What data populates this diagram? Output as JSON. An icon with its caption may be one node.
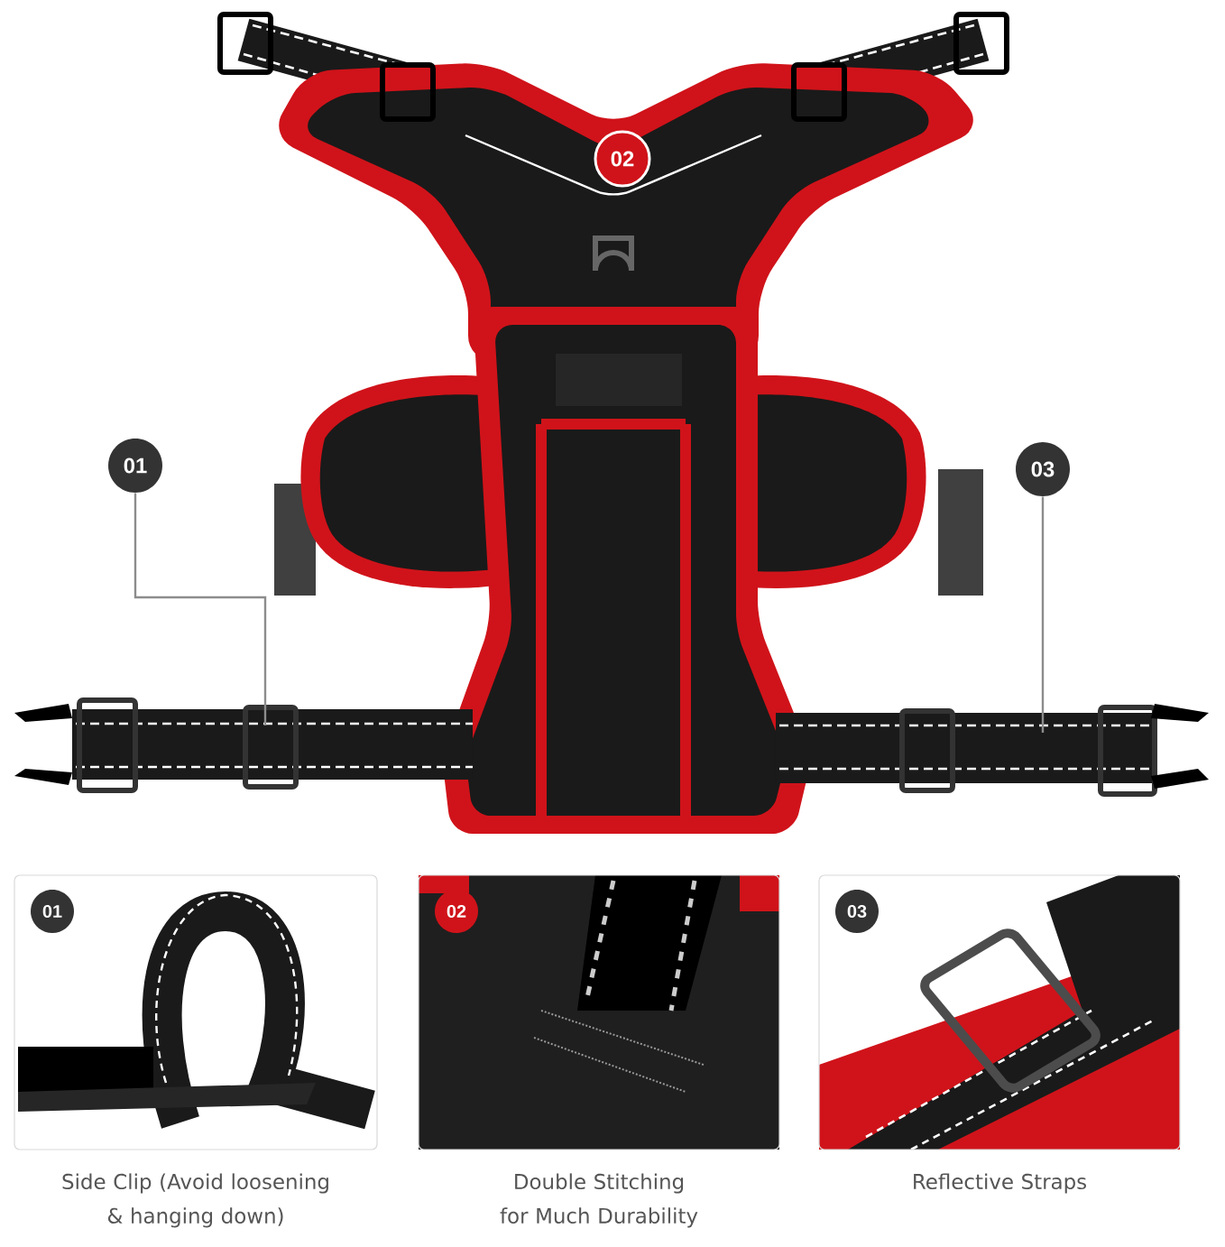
{
  "diagram": {
    "nodes": [
      {
        "text": [
          "01"
        ]
      },
      {
        "text": [
          "02"
        ]
      },
      {
        "text": [
          "03"
        ]
      },
      {
        "text": [
          "01"
        ],
        "beside": [
          "Side Clip (Avoid loosening & hanging down)"
        ]
      },
      {
        "text": [
          "02"
        ],
        "beside": [
          "Double Stitching for Much Durability"
        ]
      },
      {
        "text": [
          "03"
        ],
        "beside": [
          "Reflective Straps"
        ]
      }
    ],
    "edges": [
      {
        "from": 0,
        "to": null,
        "arrow": "none"
      },
      {
        "from": 2,
        "to": null,
        "arrow": "none"
      }
    ]
  }
}
